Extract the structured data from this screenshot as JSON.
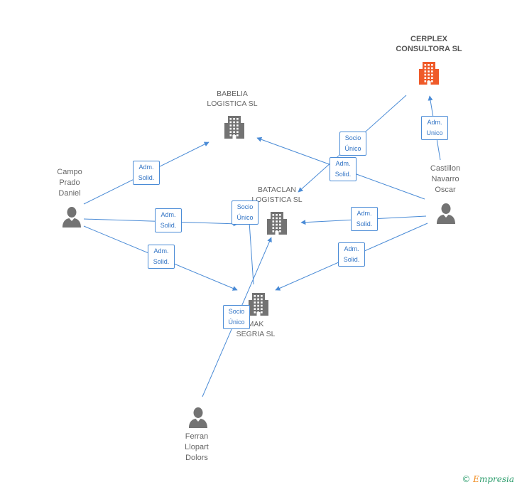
{
  "colors": {
    "edge": "#4a8bd6",
    "company_icon": "#737373",
    "company_icon_highlight": "#ef5a29",
    "person_icon": "#737373"
  },
  "nodes": [
    {
      "id": "cerplex",
      "kind": "company",
      "highlight": true,
      "label": "CERPLEX\nCONSULTORA SL",
      "icon": "building-icon"
    },
    {
      "id": "babelia",
      "kind": "company",
      "label": "BABELIA\nLOGISTICA SL",
      "icon": "building-icon"
    },
    {
      "id": "bataclan",
      "kind": "company",
      "label": "BATACLAN\nLOGISTICA SL",
      "icon": "building-icon"
    },
    {
      "id": "mak",
      "kind": "company",
      "label": "MAK\nSEGRIA SL",
      "icon": "building-icon"
    },
    {
      "id": "campo",
      "kind": "person",
      "label": "Campo\nPrado\nDaniel",
      "icon": "person-icon"
    },
    {
      "id": "castillon",
      "kind": "person",
      "label": "Castillon\nNavarro\nOscar",
      "icon": "person-icon"
    },
    {
      "id": "ferran",
      "kind": "person",
      "label": "Ferran\nLlopart\nDolors",
      "icon": "person-icon"
    }
  ],
  "edges": [
    {
      "from": "campo",
      "to": "babelia",
      "label": "Adm.\nSolid."
    },
    {
      "from": "campo",
      "to": "bataclan",
      "label": "Adm.\nSolid."
    },
    {
      "from": "campo",
      "to": "mak",
      "label": "Adm.\nSolid."
    },
    {
      "from": "castillon",
      "to": "cerplex",
      "label": "Adm.\nUnico"
    },
    {
      "from": "castillon",
      "to": "babelia",
      "label": "Adm.\nSolid."
    },
    {
      "from": "castillon",
      "to": "bataclan",
      "label": "Adm.\nSolid."
    },
    {
      "from": "castillon",
      "to": "mak",
      "label": "Adm.\nSolid."
    },
    {
      "from": "cerplex",
      "to": "bataclan",
      "label": "Socio\nÚnico"
    },
    {
      "from": "mak",
      "to": "babelia",
      "label": "Socio\nÚnico"
    },
    {
      "from": "ferran",
      "to": "bataclan",
      "label": "Socio\nÚnico"
    }
  ],
  "credit": {
    "symbol": "©",
    "brand_first": "E",
    "brand_rest": "mpresia"
  }
}
